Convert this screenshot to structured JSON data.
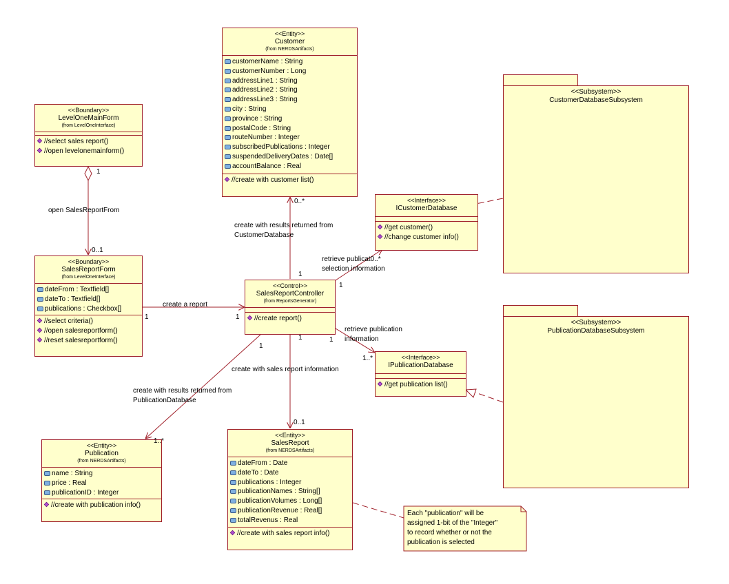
{
  "colors": {
    "fill": "#ffffcc",
    "border": "#a0202a",
    "attribute_icon": "#7fb0e0",
    "operation_icon": "#b04fd0"
  },
  "icons": {
    "attribute": "attribute-icon",
    "operation": "operation-icon"
  },
  "classes": {
    "customer": {
      "stereotype": "<<Entity>>",
      "name": "Customer",
      "from": "(from NERDSArtifacts)",
      "attributes": [
        "customerName : String",
        "customerNumber : Long",
        "addressLine1 : String",
        "addressLine2 : String",
        "addressLine3 : String",
        "city : String",
        "province : String",
        "postalCode : String",
        "routeNumber : Integer",
        "subscribedPublications : Integer",
        "suspendedDeliveryDates : Date[]",
        "accountBalance : Real"
      ],
      "operations": [
        "//create with customer list()"
      ]
    },
    "levelOneMainForm": {
      "stereotype": "<<Boundary>>",
      "name": "LevelOneMainForm",
      "from": "(from LevelOneInterface)",
      "attributes": [],
      "operations": [
        "//select sales report()",
        "//open levelonemainform()"
      ]
    },
    "salesReportForm": {
      "stereotype": "<<Boundary>>",
      "name": "SalesReportForm",
      "from": "(from LevelOneInterface)",
      "attributes": [
        "dateFrom : Textfield[]",
        "dateTo : Textfield[]",
        "publications : Checkbox[]"
      ],
      "operations": [
        "//select criteria()",
        "//open salesreportform()",
        "//reset salesreportform()"
      ]
    },
    "salesReportController": {
      "stereotype": "<<Control>>",
      "name": "SalesReportController",
      "from": "(from ReportsGenerator)",
      "attributes": [],
      "operations": [
        "//create report()"
      ]
    },
    "iCustomerDatabase": {
      "stereotype": "<<Interface>>",
      "name": "ICustomerDatabase",
      "attributes": [],
      "operations": [
        "//get customer()",
        "//change customer info()"
      ]
    },
    "iPublicationDatabase": {
      "stereotype": "<<Interface>>",
      "name": "IPublicationDatabase",
      "attributes": [],
      "operations": [
        "//get publication list()"
      ]
    },
    "publication": {
      "stereotype": "<<Entity>>",
      "name": "Publication",
      "from": "(from NERDSArtifacts)",
      "attributes": [
        "name : String",
        "price : Real",
        "publicationID : Integer"
      ],
      "operations": [
        "//create with publication info()"
      ]
    },
    "salesReport": {
      "stereotype": "<<Entity>>",
      "name": "SalesReport",
      "from": "(from NERDSArtifacts)",
      "attributes": [
        "dateFrom : Date",
        "dateTo : Date",
        "publications : Integer",
        "publicationNames : String[]",
        "publicationVolumes : Long[]",
        "publicationRevenue : Real[]",
        "totalRevenus : Real"
      ],
      "operations": [
        "//create with sales report info()"
      ]
    }
  },
  "subsystems": {
    "customerDb": {
      "stereotype": "<<Subsystem>>",
      "name": "CustomerDatabaseSubsystem"
    },
    "publicationDb": {
      "stereotype": "<<Subsystem>>",
      "name": "PublicationDatabaseSubsystem"
    }
  },
  "note": [
    "Each \"publication\" will be",
    "assigned 1-bit of the \"Integer\"",
    "to record whether or not the",
    "publication is selected"
  ],
  "labels": {
    "open_sales_report": "open SalesReportFrom",
    "create_a_report": "create a report",
    "create_customer_1": "create with results returned from",
    "create_customer_2": "CustomerDatabase",
    "retrieve_cust_1": "retrieve publicat",
    "retrieve_cust_mult": "0..*",
    "retrieve_cust_2": "selection information",
    "retrieve_pub_1": "retrieve publication",
    "retrieve_pub_2": "information",
    "create_sales_report_info": "create with sales report information",
    "create_pub_1": "create with results returned from",
    "create_pub_2": "PublicationDatabase"
  },
  "multiplicities": {
    "main_form_1": "1",
    "sales_form_0_1": "0..1",
    "sales_form_1": "1",
    "controller_left_1": "1",
    "customer_0_many": "0..*",
    "controller_top_1": "1",
    "controller_right_top_1": "1",
    "controller_right_bottom_1": "1",
    "ipub_1_many": "1..*",
    "controller_bottom_1": "1",
    "controller_bottomleft_1": "1",
    "sales_report_0_1": "0..1",
    "publication_1_many": "1..*"
  }
}
